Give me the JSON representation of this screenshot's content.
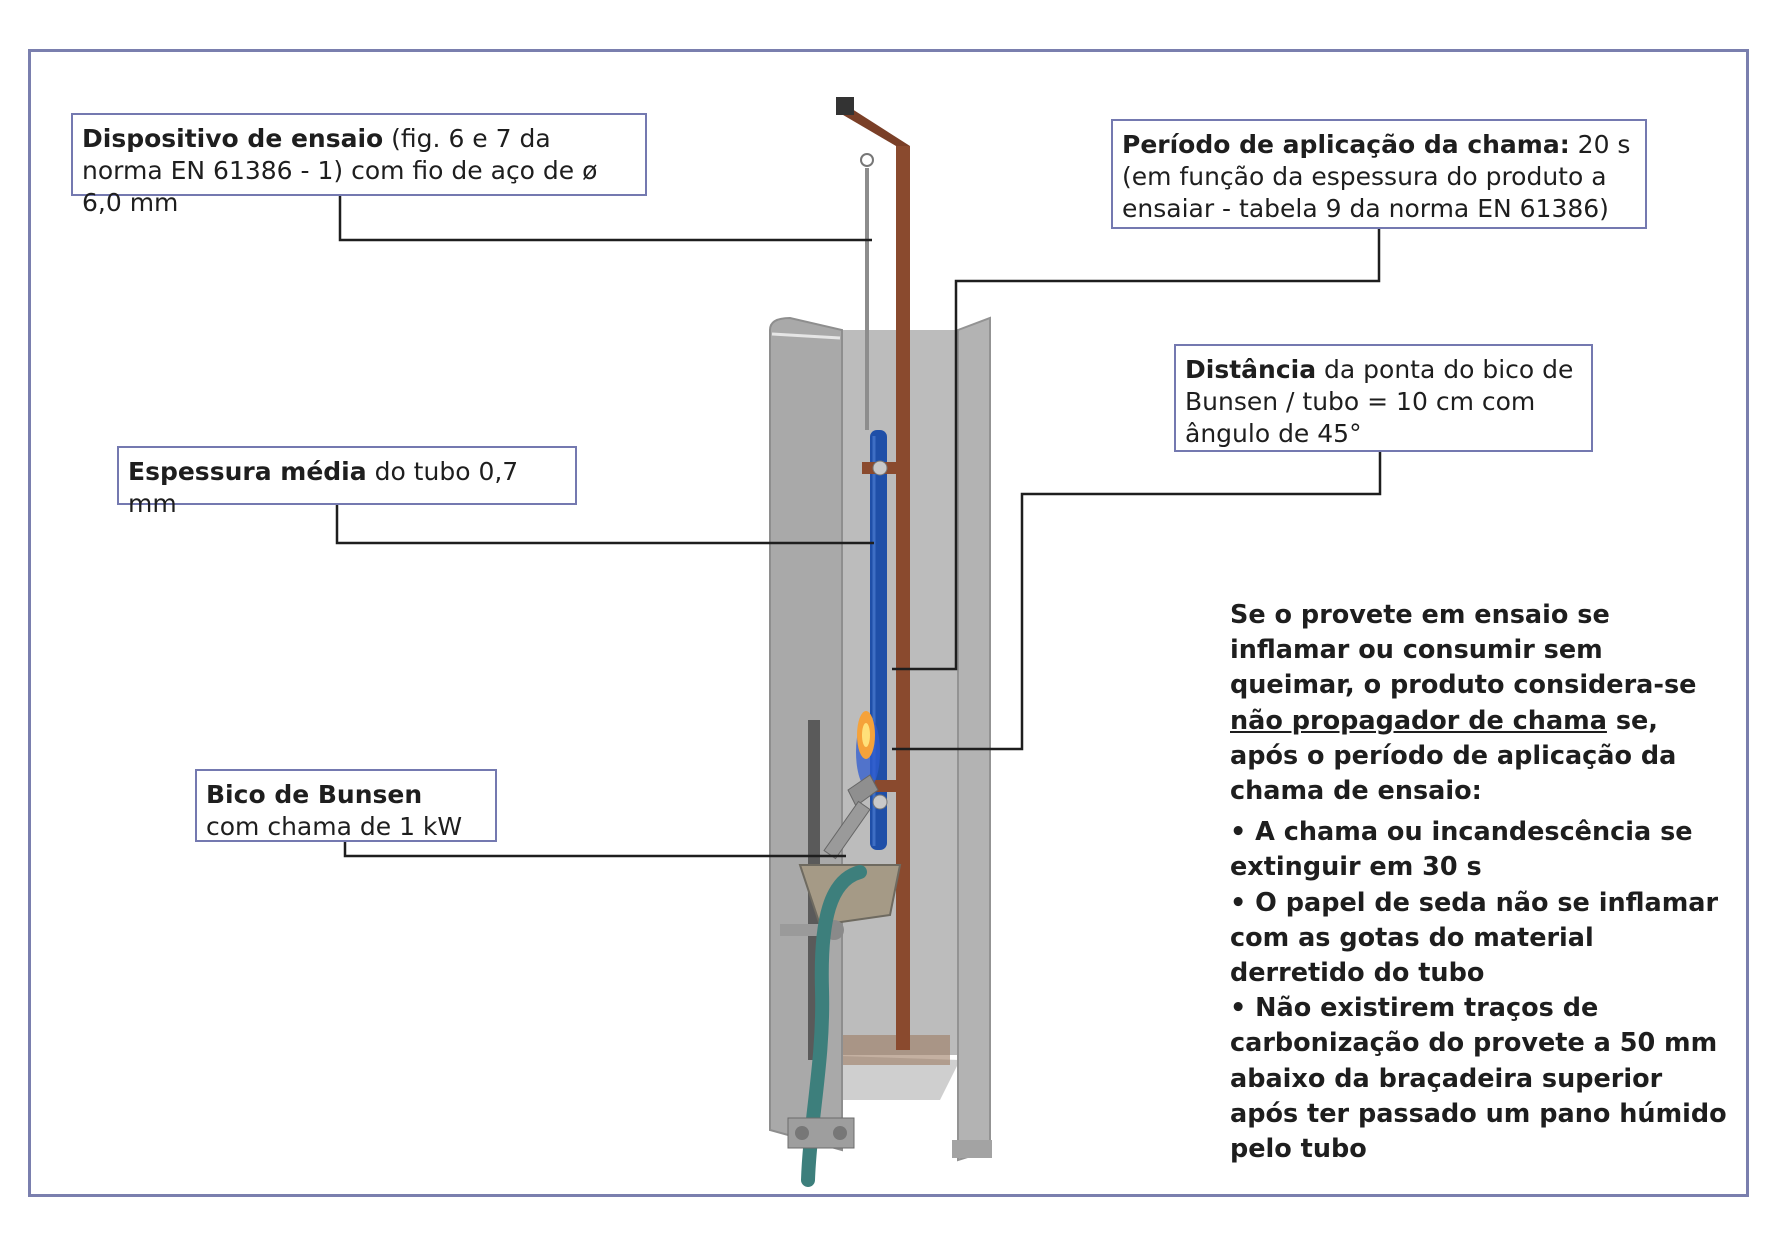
{
  "callouts": {
    "dispositivo": {
      "bold": "Dispositivo de ensaio",
      "text": " (fig. 6 e 7 da norma EN 61386 - 1) com fio de aço de ø 6,0 mm"
    },
    "periodo": {
      "bold": "Período de aplicação da chama:",
      "text": " 20 s (em função da espessura do produto a ensaiar - tabela 9 da norma EN 61386)"
    },
    "distancia": {
      "bold": "Distância",
      "text": " da ponta do bico de Bunsen / tubo = 10 cm com ângulo de 45°"
    },
    "espessura": {
      "bold": "Espessura média",
      "text": " do tubo 0,7 mm"
    },
    "bico": {
      "bold": "Bico de Bunsen",
      "text": "com chama de 1 kW"
    }
  },
  "notes": {
    "intro_before": "Se o provete em ensaio se inflamar ou consumir sem queimar, o produto considera-se ",
    "intro_underlined": "não propagador de chama",
    "intro_after": " se, após o período de aplicação da chama de ensaio:",
    "bullets": [
      "• A chama ou incandescência se extinguir em 30 s",
      "• O papel de seda não se inflamar com as gotas do material derretido do tubo",
      "• Não existirem traços de carbonização do provete a 50 mm abaixo da braçadeira superior após ter passado um pano húmido pelo tubo"
    ]
  },
  "colors": {
    "frame_border": "#7a7fae",
    "box_border": "#7479b0",
    "tube_blue": "#1f4fa8",
    "copper_bar": "#8a4a2e",
    "cabinet_grey": "#b9b9b9",
    "hose_green": "#3d7f7c",
    "flame_orange": "#f5a23a"
  },
  "icons": {
    "apparatus": "flammability-test-cabinet-illustration"
  }
}
